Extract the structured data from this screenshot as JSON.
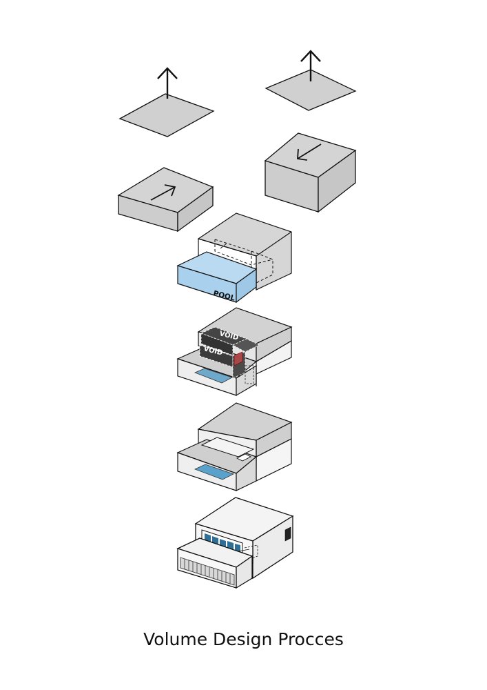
{
  "caption": "Volume Design Procces",
  "labels": {
    "pool": "POOL",
    "void_upper": "VOID",
    "void_lower": "VOID"
  },
  "colors": {
    "face_top": "#d0d0d0",
    "face_side": "#c8c8c8",
    "pool": "#a9d0ec",
    "pool_dark": "#5aa2cc",
    "void_dark": "#333333",
    "accent_red": "#a84848",
    "white_face": "#f2f2f2",
    "window_blue": "#2f6f96"
  }
}
